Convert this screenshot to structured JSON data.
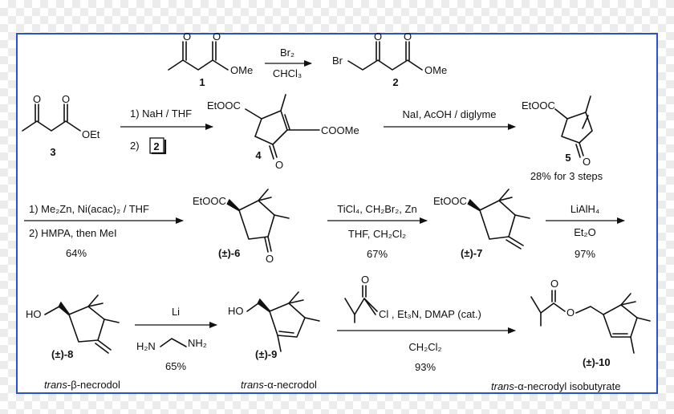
{
  "frame_color": "#2a52c9",
  "row1": {
    "reagent_top": "Br₂",
    "reagent_bottom": "CHCl₃",
    "cpd1": {
      "label": "1",
      "group": "OMe"
    },
    "cpd2": {
      "label": "2",
      "br": "Br",
      "group": "OMe"
    }
  },
  "row2": {
    "cpd3": {
      "label": "3",
      "group": "OEt"
    },
    "step1": "1) NaH / THF",
    "step2_prefix": "2)",
    "step2_ref": "2",
    "cpd4": {
      "label": "4",
      "ester_left": "EtOOC",
      "ester_right": "COOMe",
      "oxygen": "O"
    },
    "reagent": "NaI, AcOH / diglyme",
    "cpd5": {
      "label": "5",
      "ester": "EtOOC",
      "oxygen": "O"
    },
    "yield": "28% for 3 steps"
  },
  "row3": {
    "step1": "1) Me₂Zn, Ni(acac)₂ / THF",
    "step2": "2) HMPA, then MeI",
    "yield1": "64%",
    "cpd6": {
      "prefix": "(±)-",
      "num": "6",
      "ester": "EtOOC",
      "oxygen": "O"
    },
    "reagent2_top": "TiCl₄, CH₂Br₂, Zn",
    "reagent2_bottom": "THF, CH₂Cl₂",
    "yield2": "67%",
    "cpd7": {
      "prefix": "(±)-",
      "num": "7",
      "ester": "EtOOC"
    },
    "reagent3_top": "LiAlH₄",
    "reagent3_bottom": "Et₂O",
    "yield3": "97%"
  },
  "row4": {
    "cpd8": {
      "prefix": "(±)-",
      "num": "8",
      "ho": "HO",
      "name_italic": "trans",
      "name_rest": "-β-necrodol"
    },
    "reagent1_top": "Li",
    "diamine_left": "H₂N",
    "diamine_right": "NH₂",
    "yield1": "65%",
    "cpd9": {
      "prefix": "(±)-",
      "num": "9",
      "ho": "HO",
      "name_italic": "trans",
      "name_rest": "-α-necrodol"
    },
    "acyl_oxygen": "O",
    "acyl_reagent": "Cl , Et₃N, DMAP (cat.)",
    "reagent2_bottom": "CH₂Cl₂",
    "yield2": "93%",
    "cpd10": {
      "prefix": "(±)-",
      "num": "10",
      "oxygen_carbonyl": "O",
      "oxygen_ester": "O",
      "name_italic": "trans",
      "name_rest": "-α-necrodyl isobutyrate"
    }
  }
}
